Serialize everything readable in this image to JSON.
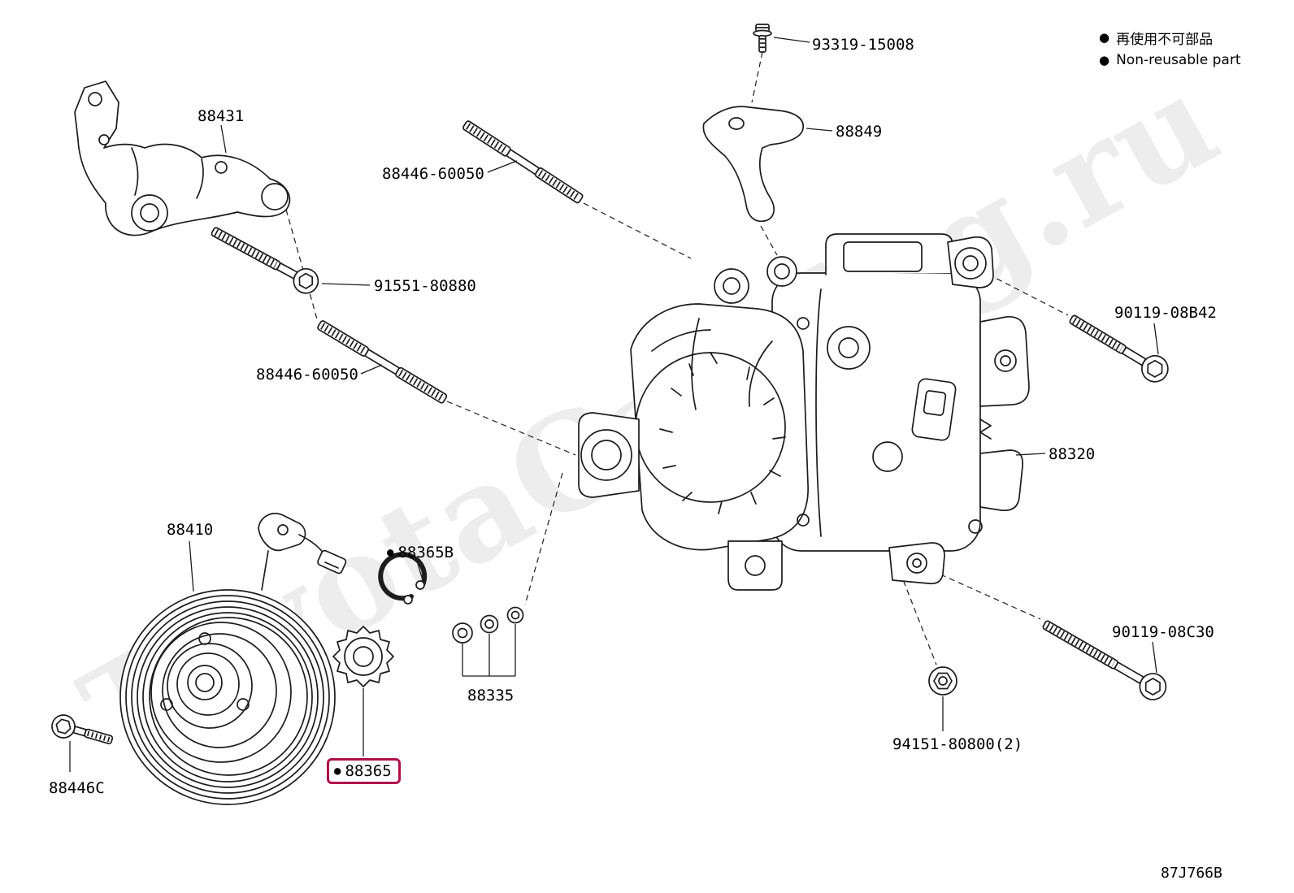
{
  "page": {
    "diagram_code": "87J766B"
  },
  "watermark": {
    "text": "ToyotaCatalog.ru"
  },
  "non_reusable_marker": "●",
  "legend": {
    "jp": "再使用不可部品",
    "en": "Non-reusable part"
  },
  "labels": {
    "p88431": "88431",
    "p93319_15008": "93319-15008",
    "p88849": "88849",
    "p88446_60050_top": "88446-60050",
    "p91551_80880": "91551-80880",
    "p88446_60050_mid": "88446-60050",
    "p90119_08B42": "90119-08B42",
    "p88320": "88320",
    "p88410": "88410",
    "p88365B": "88365B",
    "p88335": "88335",
    "p88365": "88365",
    "p88446C": "88446C",
    "p94151_80800": "94151-80800(2)",
    "p90119_08C30": "90119-08C30"
  },
  "colors": {
    "highlight": "#b0114b",
    "line": "#1c1c1c",
    "background": "#ffffff"
  }
}
